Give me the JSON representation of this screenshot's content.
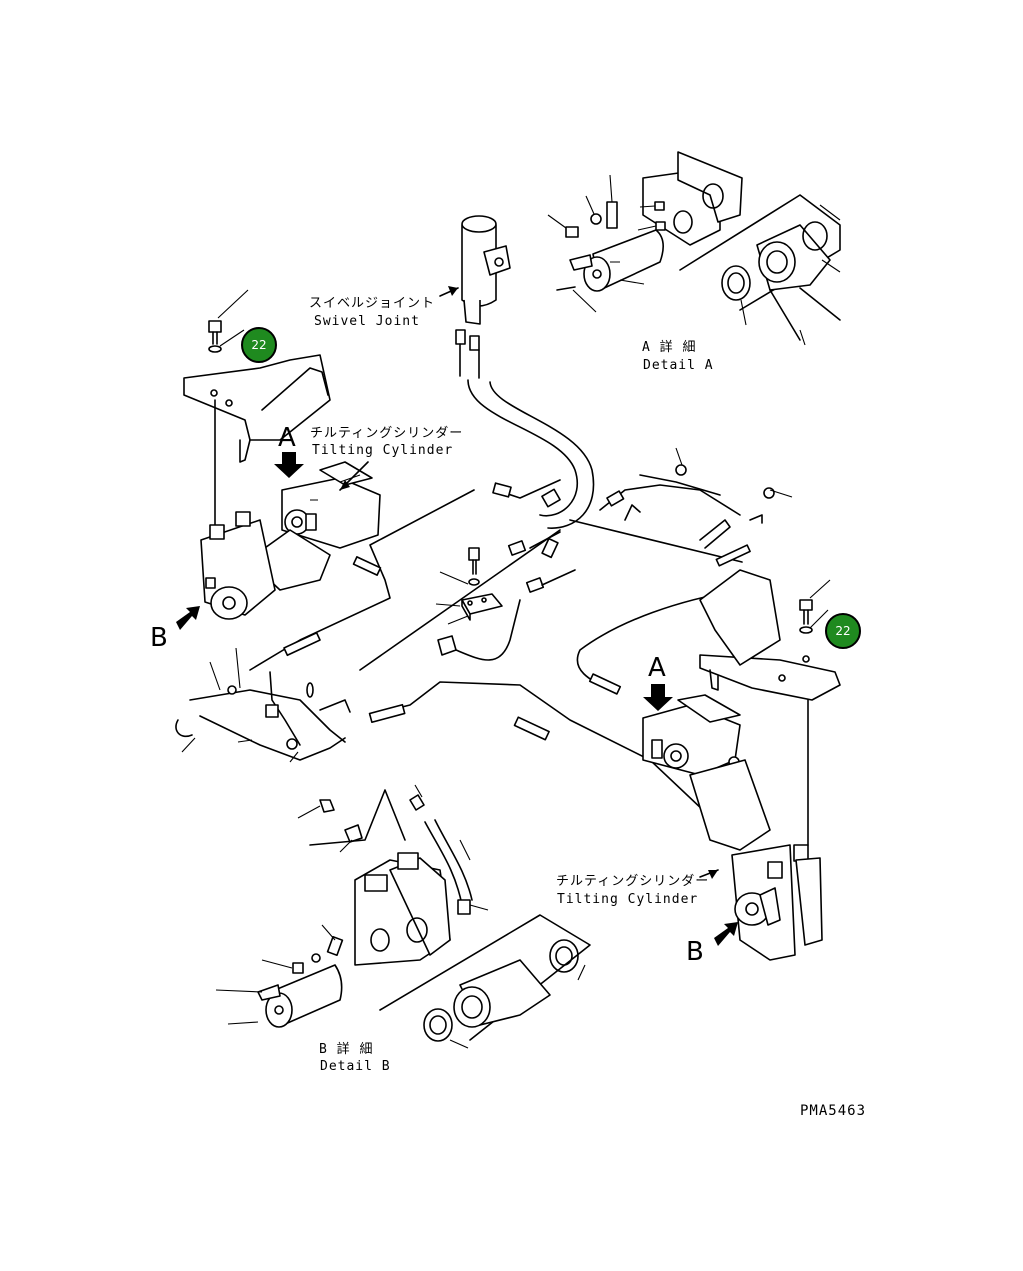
{
  "labels": {
    "swivel_joint_jp": "スイベルジョイント",
    "swivel_joint_en": "Swivel Joint",
    "tilting_cylinder_jp": "チルティングシリンダー",
    "tilting_cylinder_en": "Tilting Cylinder",
    "detail_a_jp": "A 詳 細",
    "detail_a_en": "Detail A",
    "detail_b_jp": "B 詳 細",
    "detail_b_en": "Detail B",
    "view_a": "A",
    "view_b": "B",
    "drawing_number": "PMA5463"
  },
  "callouts": [
    {
      "id": "callout-left",
      "number": "22"
    },
    {
      "id": "callout-right",
      "number": "22"
    }
  ],
  "colors": {
    "line": "#000000",
    "background": "#ffffff",
    "callout_fill": "#1f8a1f"
  }
}
